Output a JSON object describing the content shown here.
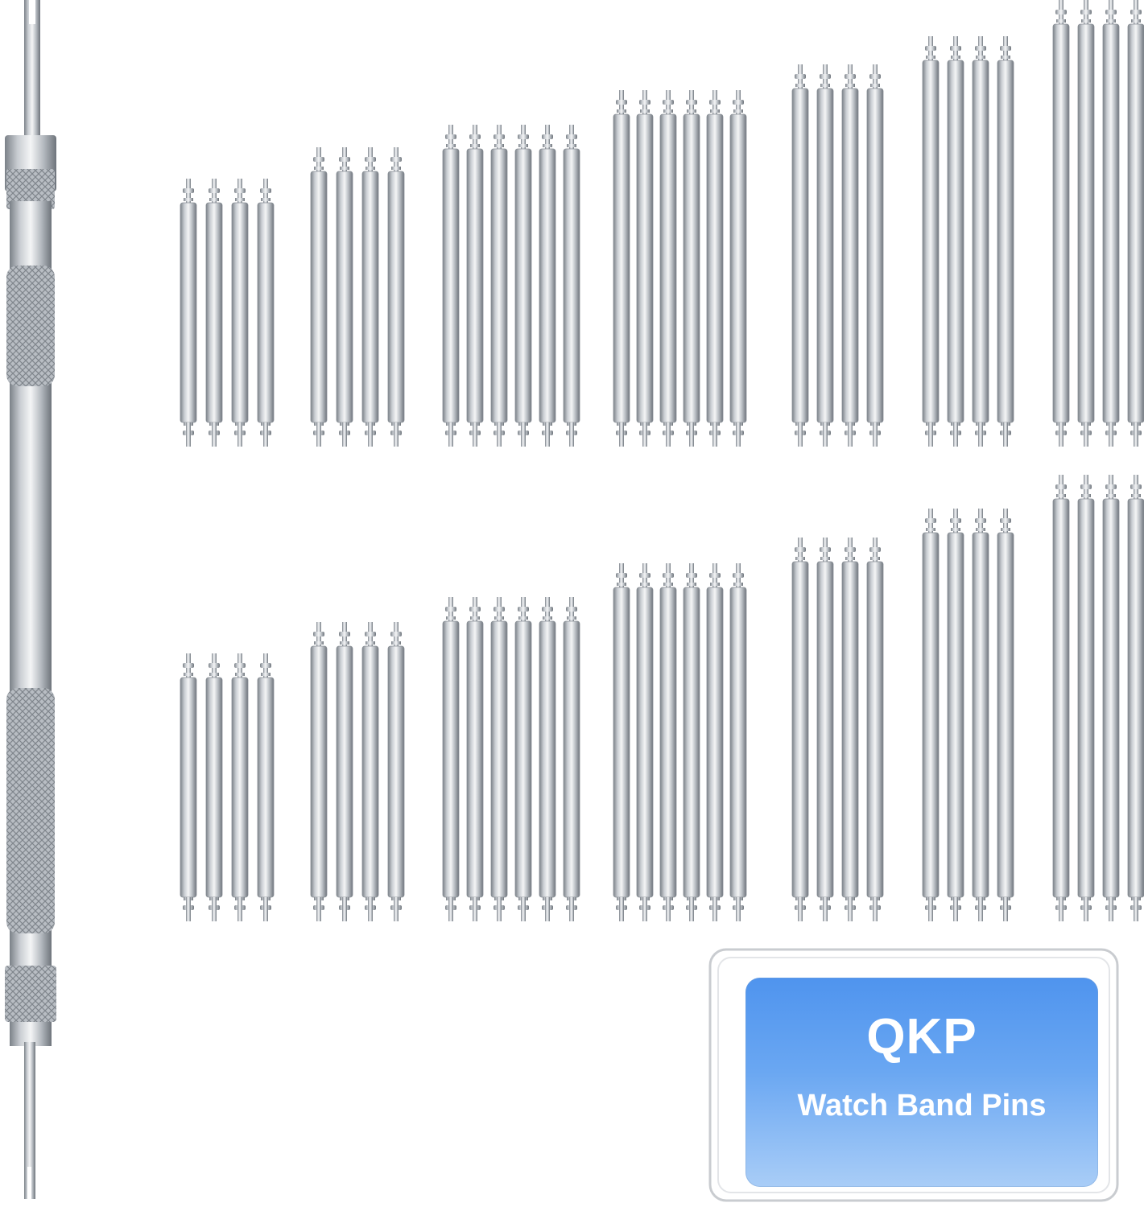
{
  "image": {
    "description_icon": "spring-bar-tool-icon",
    "colors": {
      "background": "#ffffff",
      "steel_light": "#eef0f2",
      "steel_mid": "#b9bec4",
      "steel_dark": "#6f757c",
      "label_blue": "#5b9cf0"
    }
  },
  "pin_rows": [
    {
      "groups": [
        4,
        4,
        6,
        6,
        4,
        4,
        4
      ]
    },
    {
      "groups": [
        4,
        4,
        6,
        6,
        4,
        4,
        4
      ]
    }
  ],
  "box": {
    "brand": "QKP",
    "product": "Watch Band Pins"
  }
}
